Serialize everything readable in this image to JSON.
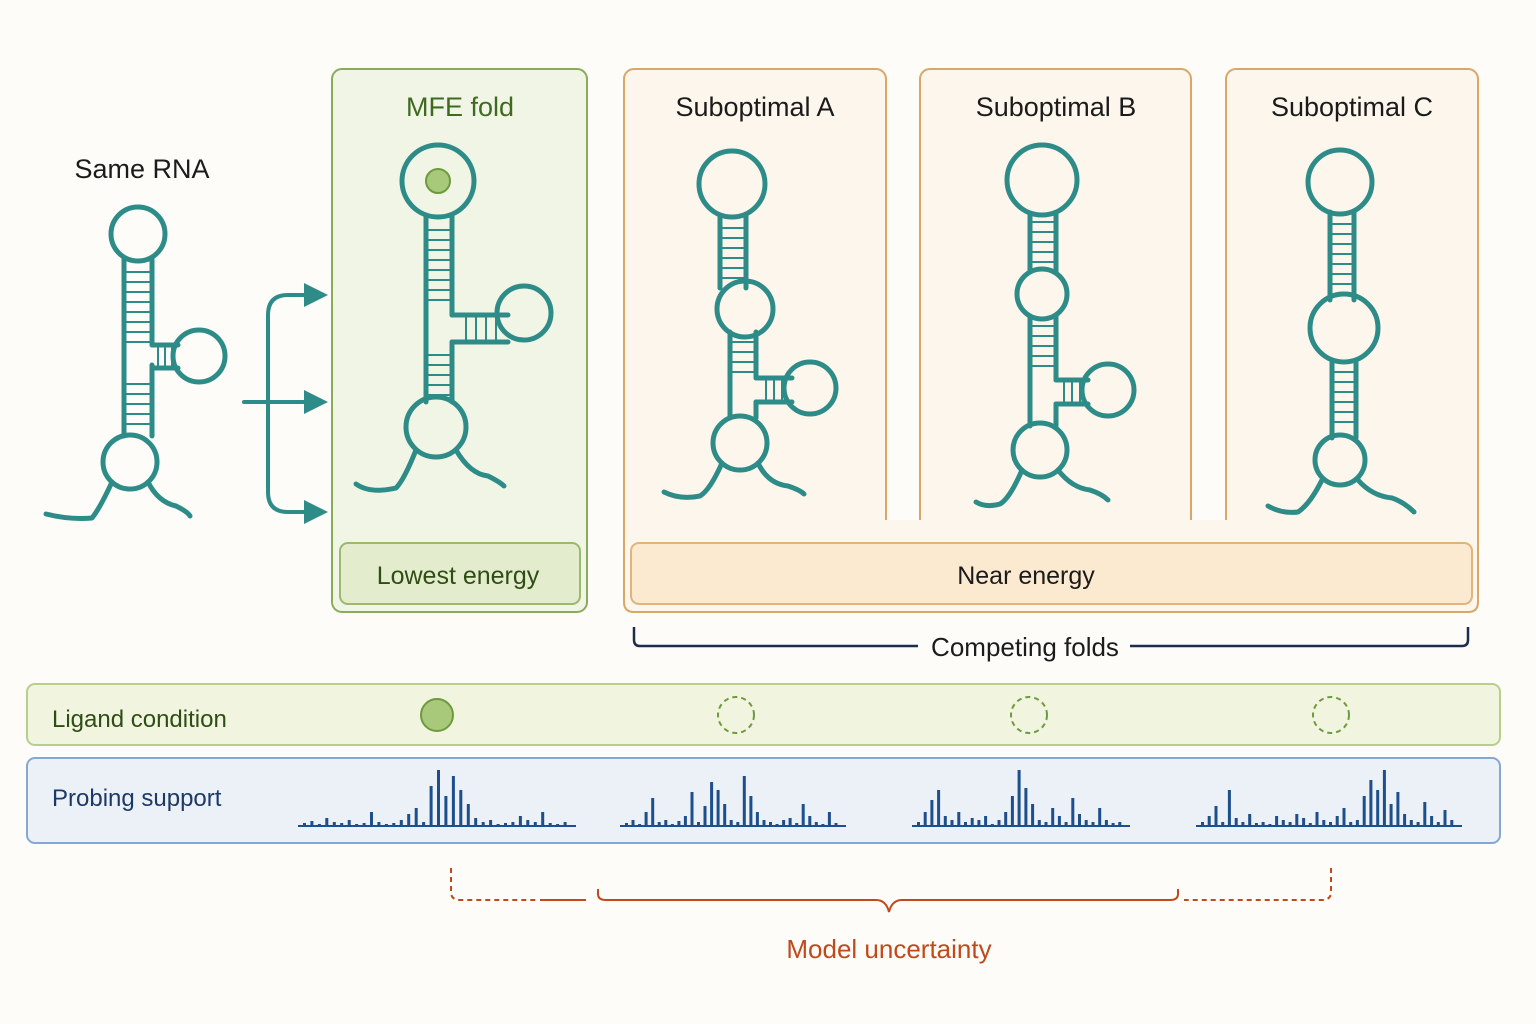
{
  "source_label": "Same RNA",
  "mfe_panel": {
    "title": "MFE fold",
    "footer": "Lowest energy"
  },
  "suboptimal_panels": [
    {
      "title": "Suboptimal A"
    },
    {
      "title": "Suboptimal B"
    },
    {
      "title": "Suboptimal C"
    }
  ],
  "near_energy_label": "Near energy",
  "competing_label": "Competing folds",
  "ligand_row": {
    "label": "Ligand condition",
    "states": [
      "bound",
      "unbound",
      "unbound",
      "unbound"
    ]
  },
  "probing_row": {
    "label": "Probing support"
  },
  "uncertainty_label": "Model uncertainty",
  "colors": {
    "rna": "#2e8c88",
    "mfe_border": "#8aab5a",
    "mfe_fill": "#f1f5e5",
    "sub_border": "#d9a867",
    "sub_fill": "#fdf6ec",
    "ligand_fill": "#a9c97a",
    "probe": "#1d4f8c",
    "uncertainty": "#c04a1c",
    "bracket": "#1e2d4e"
  }
}
